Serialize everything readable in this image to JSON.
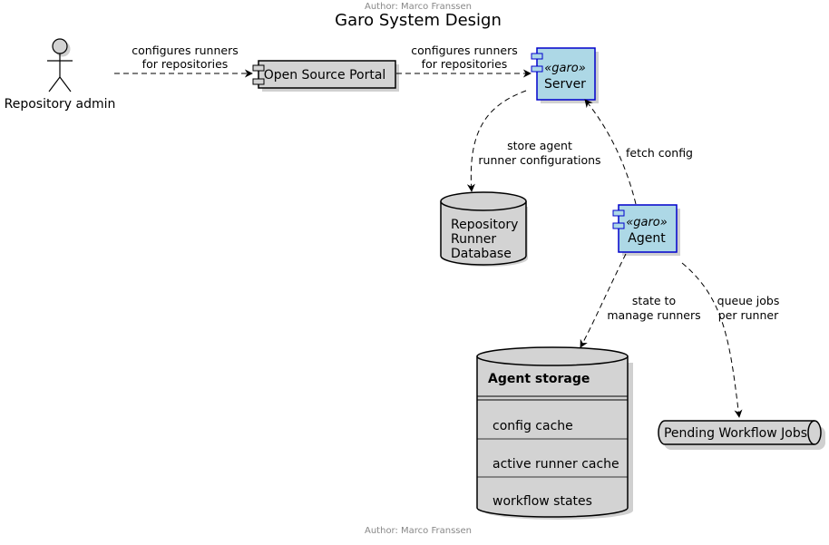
{
  "header": {
    "author": "Author: Marco Franssen"
  },
  "title": "Garo System Design",
  "footer": {
    "author": "Author: Marco Franssen"
  },
  "actor": {
    "label": "Repository admin"
  },
  "nodes": {
    "portal": {
      "label": "Open Source Portal"
    },
    "server": {
      "stereotype": "«garo»",
      "label": "Server"
    },
    "agent": {
      "stereotype": "«garo»",
      "label": "Agent"
    },
    "repo_db": {
      "lines": [
        "Repository",
        "Runner",
        "Database"
      ]
    },
    "agent_storage": {
      "title": "Agent storage",
      "items": [
        "config cache",
        "active runner cache",
        "workflow states"
      ]
    },
    "queue": {
      "label": "Pending Workflow Jobs"
    }
  },
  "edges": {
    "admin_portal": {
      "lines": [
        "configures runners",
        "for repositories"
      ]
    },
    "portal_server": {
      "lines": [
        "configures runners",
        "for repositories"
      ]
    },
    "server_db": {
      "lines": [
        "store agent",
        "runner configurations"
      ]
    },
    "agent_server": {
      "lines": [
        "fetch config"
      ]
    },
    "agent_storage": {
      "lines": [
        "state to",
        "manage runners"
      ]
    },
    "agent_queue": {
      "lines": [
        "queue jobs",
        "per runner"
      ]
    }
  },
  "colors": {
    "component_fill": "#d3d3d3",
    "garo_fill": "#add8e6",
    "garo_border": "#0000cc",
    "shadow": "#b0b0b0"
  }
}
